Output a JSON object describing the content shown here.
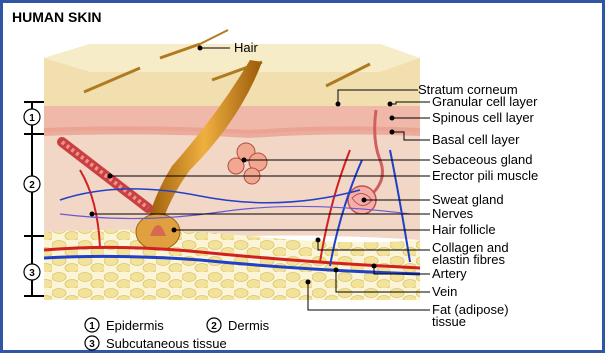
{
  "title": "HUMAN SKIN",
  "labels": {
    "hair": "Hair",
    "stratum_corneum": "Stratum corneum",
    "granular": "Granular cell layer",
    "spinous": "Spinous cell layer",
    "basal": "Basal cell layer",
    "sebaceous": "Sebaceous gland",
    "erector": "Erector pili muscle",
    "sweat": "Sweat gland",
    "nerves": "Nerves",
    "follicle": "Hair follicle",
    "collagen_1": "Collagen and",
    "collagen_2": "elastin fibres",
    "artery": "Artery",
    "vein": "Vein",
    "fat_1": "Fat (adipose)",
    "fat_2": "tissue"
  },
  "layer_numbers": {
    "one": "1",
    "two": "2",
    "three": "3"
  },
  "legend": {
    "one_num": "1",
    "one_text": "Epidermis",
    "two_num": "2",
    "two_text": "Dermis",
    "three_num": "3",
    "three_text": "Subcutaneous tissue"
  },
  "colors": {
    "frame": "#2f55a4",
    "stratum": "#f1dfb0",
    "epidermis": "#f4c7b7",
    "dermis": "#f2d6c6",
    "fat": "#f6eab2",
    "hair": "#c87a10",
    "artery": "#d22020",
    "vein": "#2040c8"
  }
}
